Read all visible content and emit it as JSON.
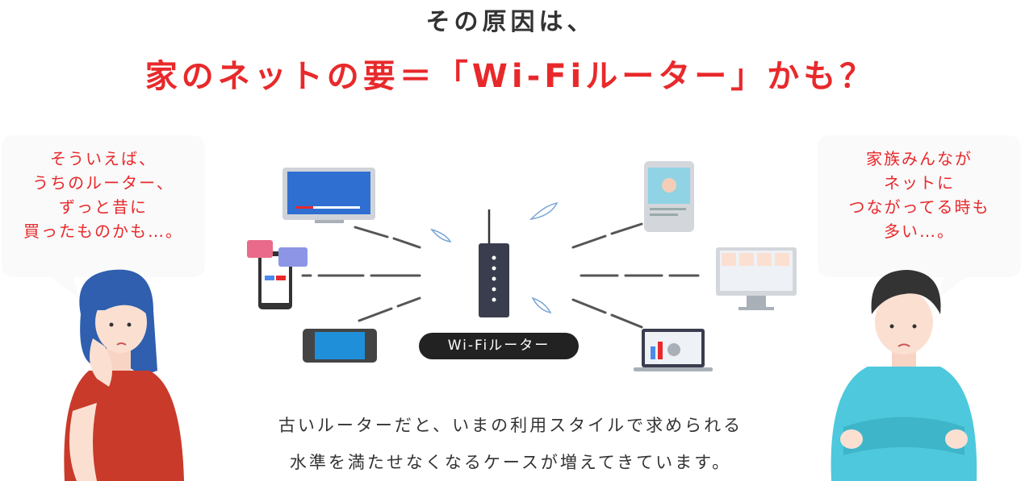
{
  "heading": {
    "line1": "その原因は、",
    "line2": "家のネットの要＝「Wi-Fiルーター」かも？"
  },
  "bubble_left": {
    "lines": [
      "そういえば、",
      "うちのルーター、",
      "ずっと昔に",
      "買ったものかも…。"
    ]
  },
  "bubble_right": {
    "lines": [
      "家族みんなが",
      "ネットに",
      "つながってる時も",
      "多い…。"
    ]
  },
  "router": {
    "label": "Wi-Fiルーター"
  },
  "body": {
    "lines": [
      "古いルーターだと、いまの利用スタイルで求められる",
      "水準を満たせなくなるケースが増えてきています。"
    ]
  },
  "colors": {
    "accent": "#e8292b",
    "text": "#333333",
    "woman_top": "#c93a2a",
    "man_shirt": "#4ec8dc"
  },
  "icons": [
    "tv-icon",
    "smartphone-icon",
    "game-console-icon",
    "router-icon",
    "tablet-icon",
    "desktop-monitor-icon",
    "laptop-icon",
    "woman-illustration",
    "man-illustration"
  ]
}
